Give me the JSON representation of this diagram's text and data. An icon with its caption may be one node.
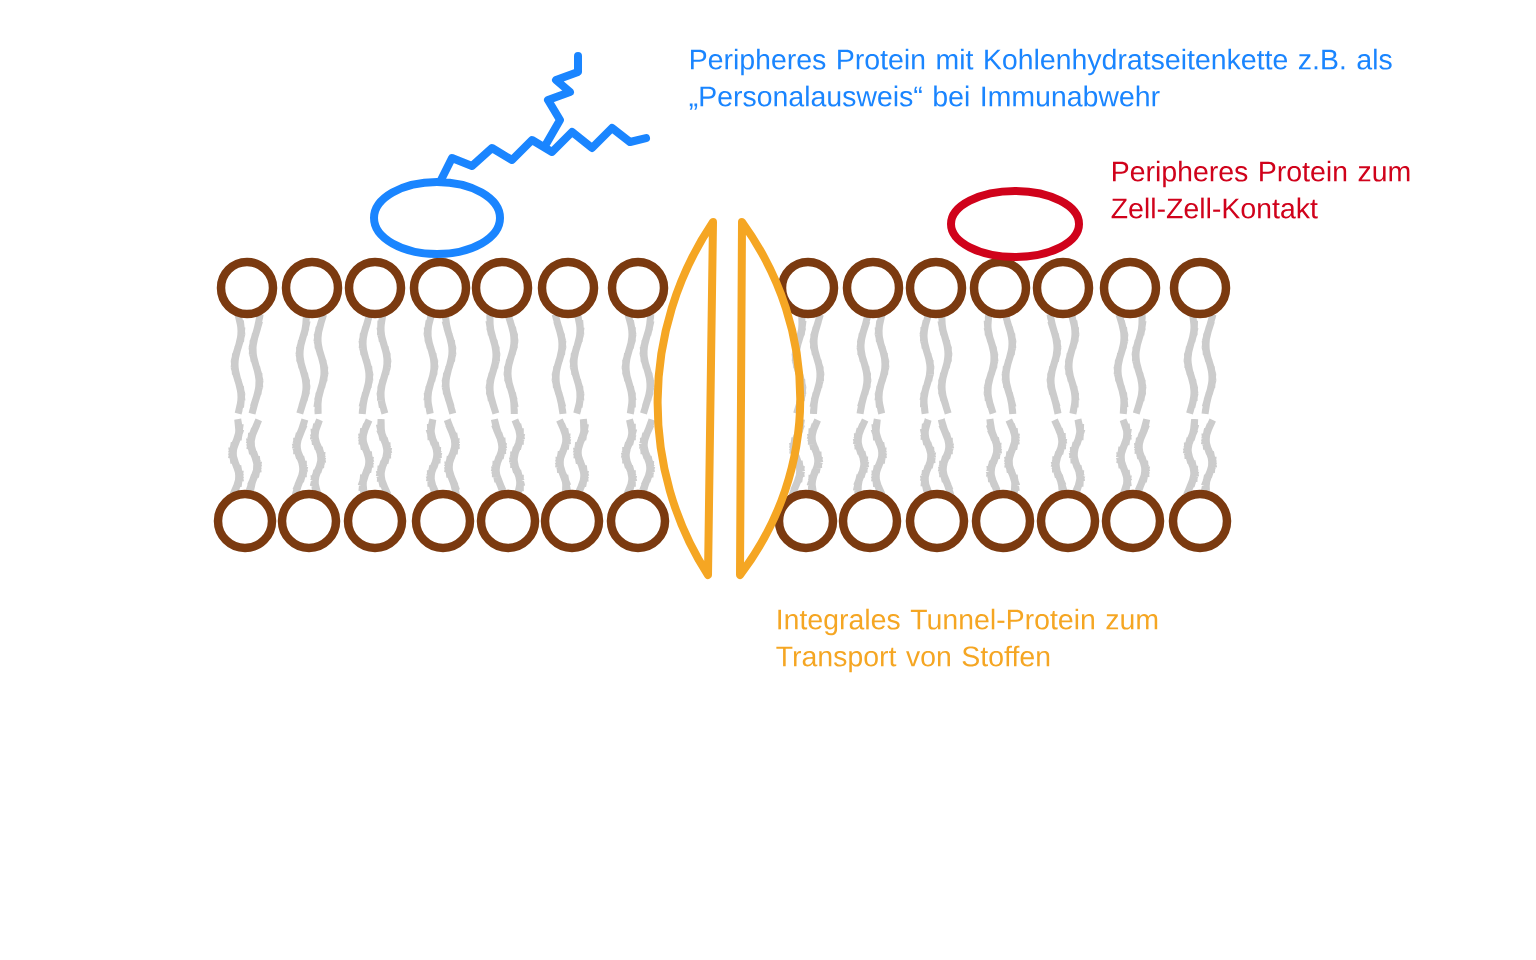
{
  "diagram": {
    "labels": [
      "Peripheres Protein mit Kohlenhydratseitenkette z.B. als „Personalausweis“ bei Immunabwehr",
      "Peripheres Protein zum Zell-Zell-Kontakt",
      "Integrales Tunnel-Protein zum Transport von Stoffen"
    ]
  }
}
